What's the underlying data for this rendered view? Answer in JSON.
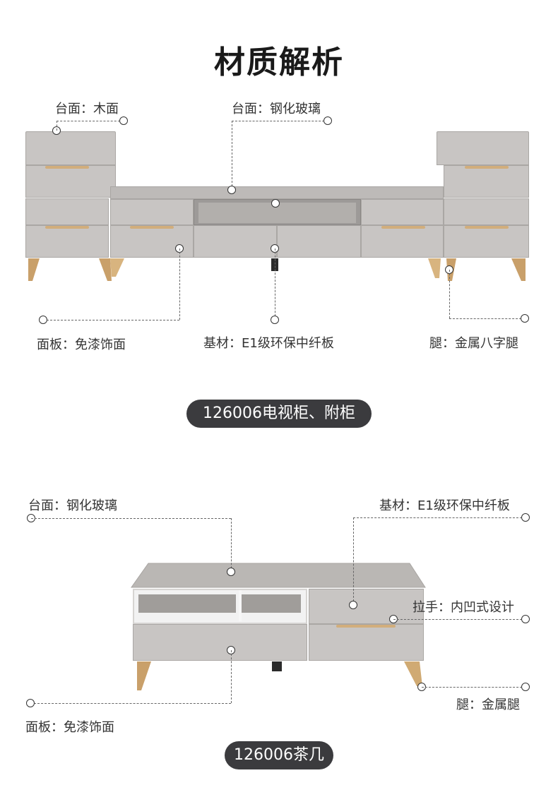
{
  "title": "材质解析",
  "section1": {
    "caption": "126006电视柜、附柜",
    "labels": {
      "top_wood": "台面：木面",
      "top_glass": "台面：钢化玻璃",
      "panel": "面板：免漆饰面",
      "base": "基材：E1级环保中纤板",
      "legs": "腿：金属八字腿"
    }
  },
  "section2": {
    "caption": "126006茶几",
    "labels": {
      "top_glass": "台面：钢化玻璃",
      "base": "基材：E1级环保中纤板",
      "handle": "拉手：内凹式设计",
      "legs": "腿：金属腿",
      "panel": "面板：免漆饰面"
    }
  },
  "colors": {
    "panel": "#c8c5c3",
    "handle": "#d2ae7c",
    "pill": "#3b3b3e"
  }
}
